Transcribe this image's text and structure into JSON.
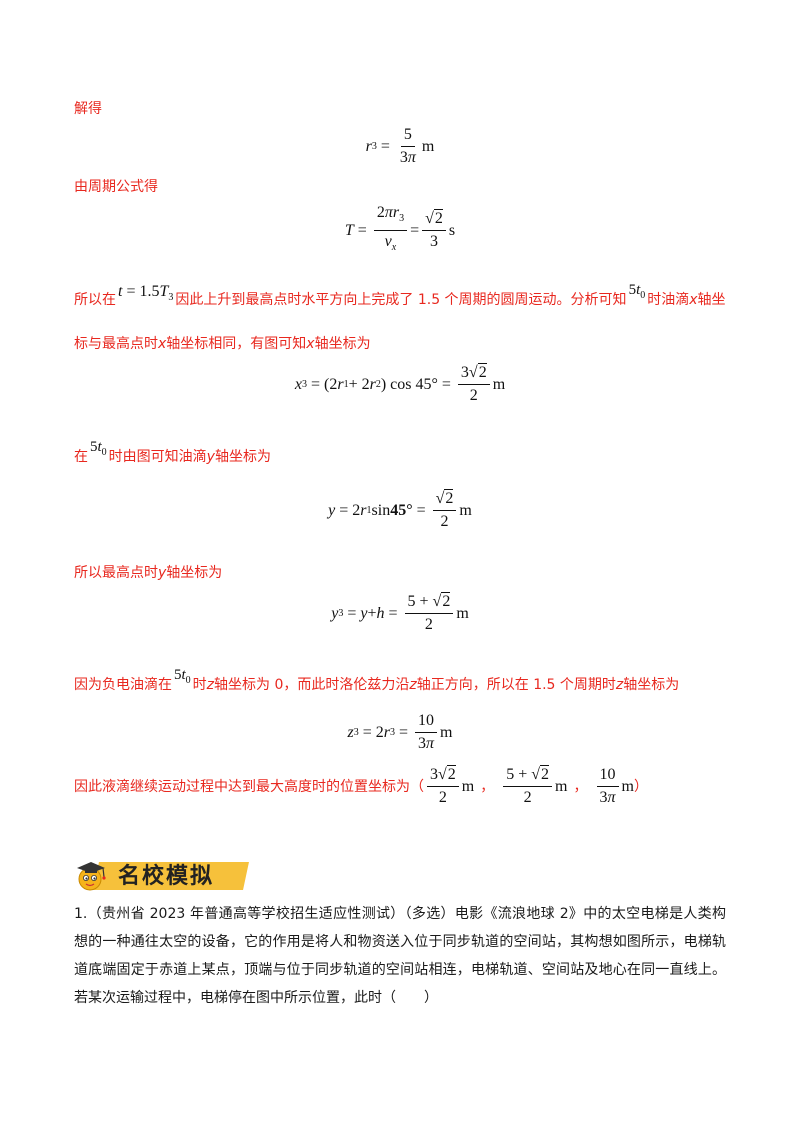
{
  "lines": {
    "l1": "解得",
    "l2": "由周期公式得",
    "l3a": "所以在",
    "l3b": "因此上升到最高点时水平方向上完成了 1.5 个周期的圆周运动。分析可知",
    "l3c": "时油滴",
    "l3d": "轴坐",
    "l4a": "标与最高点时",
    "l4b": "轴坐标相同，有图可知",
    "l4c": "轴坐标为",
    "l5a": "在",
    "l5b": "时由图可知油滴",
    "l5c": "轴坐标为",
    "l6a": "所以最高点时",
    "l6b": "轴坐标为",
    "l7a": "因为负电油滴在",
    "l7b": "时",
    "l7c": "轴坐标为 0，而此时洛伦兹力沿",
    "l7d": "轴正方向，所以在 1.5 个周期时",
    "l7e": "轴坐标为",
    "l8a": "因此液滴继续运动过程中达到最大高度时的位置坐标为（",
    "l8sep": "，",
    "l8end": "）"
  },
  "vars": {
    "x": "x",
    "y": "y",
    "z": "z"
  },
  "section_title": "名校模拟",
  "question": "1.（贵州省 2023 年普通高等学校招生适应性测试）（多选）电影《流浪地球 2》中的太空电梯是人类构想的一种通往太空的设备，它的作用是将人和物资送入位于同步轨道的空间站，其构想如图所示，电梯轨道底端固定于赤道上某点，顶端与位于同步轨道的空间站相连，电梯轨道、空间站及地心在同一直线上。若某次运输过程中，电梯停在图中所示位置，此时（　　）",
  "colors": {
    "solution_text": "#e8281f",
    "banner": "#f6c13b"
  },
  "icons": {
    "banner_icon": "graduate-mascot-icon"
  }
}
